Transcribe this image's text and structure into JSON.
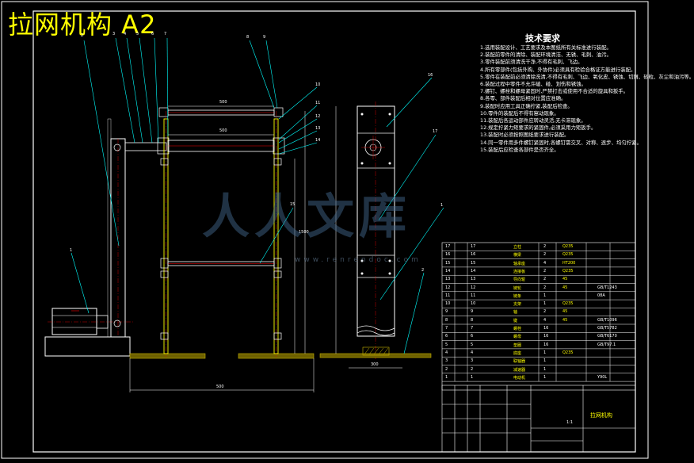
{
  "drawing": {
    "title": "拉网机构 A2",
    "tech_title": "技术要求",
    "notes": [
      "1.选用装配设计、工艺要求及本图纸所有关标准进行装配。",
      "2.装配前零件的清除、装配环境清洁、无锈、毛刺、油污。",
      "3.零件装配前须清洗干净,不得有毛刺、飞边。",
      "4.所有零部件(包括外购、外协件)必须具有检验合格证方能进行装配。",
      "5.零件在装配前必须清除洗清,不得有毛刺、飞边、氧化皮、锈蚀、切屑、砂粒、灰尘和油污等。",
      "6.装配过程中零件不允许磕、碰、划伤和锈蚀。",
      "7.螺钉、螺栓和螺母紧固时,严禁打击或使用不合适的旋具和扳手。",
      "8.各零、部件装配后相对位置应准确。",
      "9.装配时应用工具正确拧紧,装配后检查。",
      "10.零件的装配后不得有窜动现象。",
      "11.装配后各运动部件应转动灵活,无卡滞现象。",
      "12.规定拧紧力矩要求的紧固件,必须采用力矩扳手。",
      "13.装配时必须按照图纸要求进行装配。",
      "14.同一零件用多件螺钉紧固时,各螺钉需交叉、对称、逐步、均匀拧紧。",
      "15.装配后应检查各部件是否齐全。"
    ],
    "title_block_name": "拉网机构",
    "scale_label": "1:1",
    "watermark": "人人文库",
    "watermark_url": "www.renrendoc.com"
  },
  "dimensions": {
    "top_width": "500",
    "left_height": "1500",
    "bottom_width": "500",
    "side_width": "300"
  },
  "balloons": [
    "1",
    "2",
    "3",
    "4",
    "5",
    "6",
    "7",
    "8",
    "9",
    "10",
    "11",
    "12",
    "13",
    "14",
    "15",
    "16",
    "17"
  ],
  "bom": [
    {
      "no": "17",
      "code": "17",
      "name": "立柱",
      "qty": "2",
      "mat": "Q235",
      "note": ""
    },
    {
      "no": "16",
      "code": "16",
      "name": "横梁",
      "qty": "2",
      "mat": "Q235",
      "note": ""
    },
    {
      "no": "15",
      "code": "15",
      "name": "轴承座",
      "qty": "4",
      "mat": "HT200",
      "note": ""
    },
    {
      "no": "14",
      "code": "14",
      "name": "连接板",
      "qty": "2",
      "mat": "Q235",
      "note": ""
    },
    {
      "no": "13",
      "code": "13",
      "name": "导向辊",
      "qty": "2",
      "mat": "45",
      "note": ""
    },
    {
      "no": "12",
      "code": "12",
      "name": "链轮",
      "qty": "2",
      "mat": "45",
      "note": "GB/T1243"
    },
    {
      "no": "11",
      "code": "11",
      "name": "链条",
      "qty": "1",
      "mat": "",
      "note": "08A"
    },
    {
      "no": "10",
      "code": "10",
      "name": "支架",
      "qty": "1",
      "mat": "Q235",
      "note": ""
    },
    {
      "no": "9",
      "code": "9",
      "name": "轴",
      "qty": "2",
      "mat": "45",
      "note": ""
    },
    {
      "no": "8",
      "code": "8",
      "name": "键",
      "qty": "4",
      "mat": "45",
      "note": "GB/T1096"
    },
    {
      "no": "7",
      "code": "7",
      "name": "螺栓",
      "qty": "16",
      "mat": "",
      "note": "GB/T5782"
    },
    {
      "no": "6",
      "code": "6",
      "name": "螺母",
      "qty": "16",
      "mat": "",
      "note": "GB/T6170"
    },
    {
      "no": "5",
      "code": "5",
      "name": "垫圈",
      "qty": "16",
      "mat": "",
      "note": "GB/T97.1"
    },
    {
      "no": "4",
      "code": "4",
      "name": "底座",
      "qty": "1",
      "mat": "Q235",
      "note": ""
    },
    {
      "no": "3",
      "code": "3",
      "name": "联轴器",
      "qty": "1",
      "mat": "",
      "note": ""
    },
    {
      "no": "2",
      "code": "2",
      "name": "减速器",
      "qty": "1",
      "mat": "",
      "note": ""
    },
    {
      "no": "1",
      "code": "1",
      "name": "电动机",
      "qty": "1",
      "mat": "",
      "note": "Y90L"
    }
  ],
  "colors": {
    "frame": "#ffffff",
    "outline": "#00ffff",
    "part": "#ffff00",
    "center": "#ff0000",
    "leader": "#00ffff",
    "hatch": "#c8b400"
  }
}
